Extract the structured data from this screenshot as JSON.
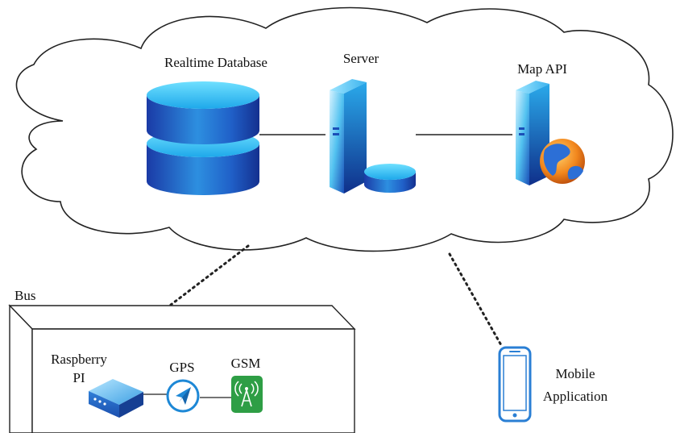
{
  "cloud": {
    "database_label": "Realtime Database",
    "server_label": "Server",
    "map_api_label": "Map API"
  },
  "bus": {
    "label": "Bus",
    "raspberry_label_line1": "Raspberry",
    "raspberry_label_line2": "PI",
    "gps_label": "GPS",
    "gsm_label": "GSM"
  },
  "mobile": {
    "label_line1": "Mobile",
    "label_line2": "Application"
  },
  "colors": {
    "cloud_stroke": "#222222",
    "blue_dark": "#1a3ea8",
    "blue_light": "#26b6ef",
    "gsm_green": "#2e9e45",
    "gps_blue": "#1e88d6"
  },
  "icons": [
    "database-icon",
    "server-icon",
    "map-api-icon",
    "globe-icon",
    "raspberry-pi-icon",
    "gps-icon",
    "gsm-icon",
    "mobile-phone-icon"
  ]
}
